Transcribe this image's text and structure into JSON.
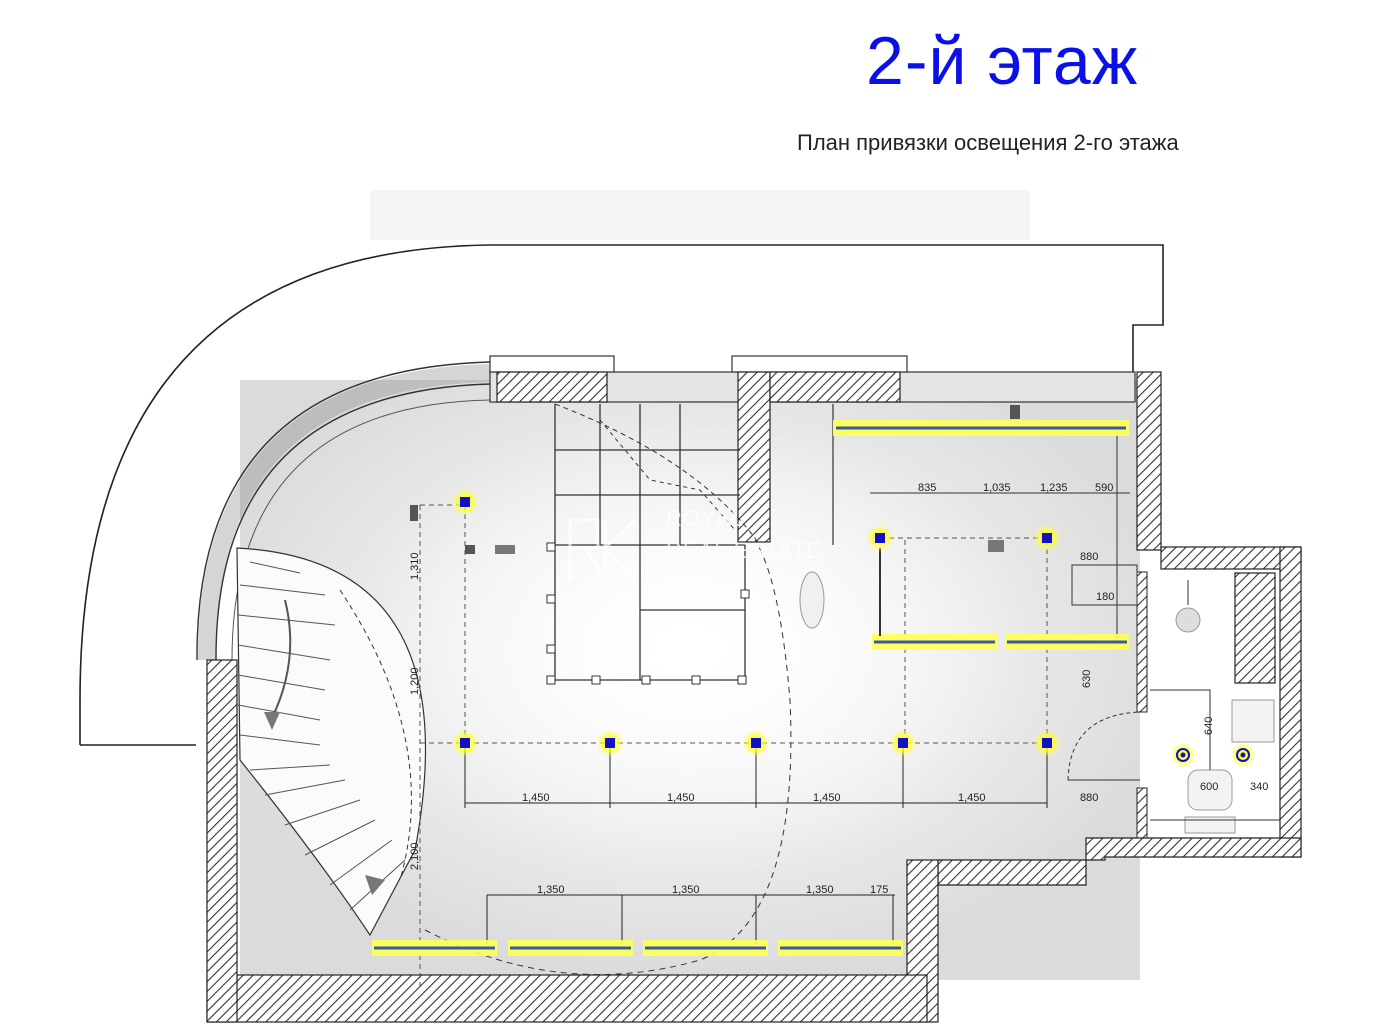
{
  "header": {
    "title": "2-й этаж",
    "subtitle": "План привязки освещения 2-го этажа"
  },
  "watermark": {
    "line1": "ROYAL",
    "line2": "REAL ESTATE"
  },
  "colors": {
    "title": "#0a10e6",
    "fixture": "#1010c8",
    "glow": "#ffff00",
    "wall_hatch": "#444444"
  },
  "dimensions": {
    "row_spacing": [
      "1,450",
      "1,450",
      "1,450",
      "1,450"
    ],
    "bottom_spacing": [
      "1,350",
      "1,350",
      "1,350",
      "175"
    ],
    "top_right": [
      "835",
      "1,035",
      "1,235",
      "590"
    ],
    "left_vertical": [
      "1,200",
      "1,310",
      "2,100"
    ],
    "side": [
      "880",
      "180",
      "630",
      "880",
      "640"
    ],
    "bath": [
      "600",
      "340"
    ]
  }
}
